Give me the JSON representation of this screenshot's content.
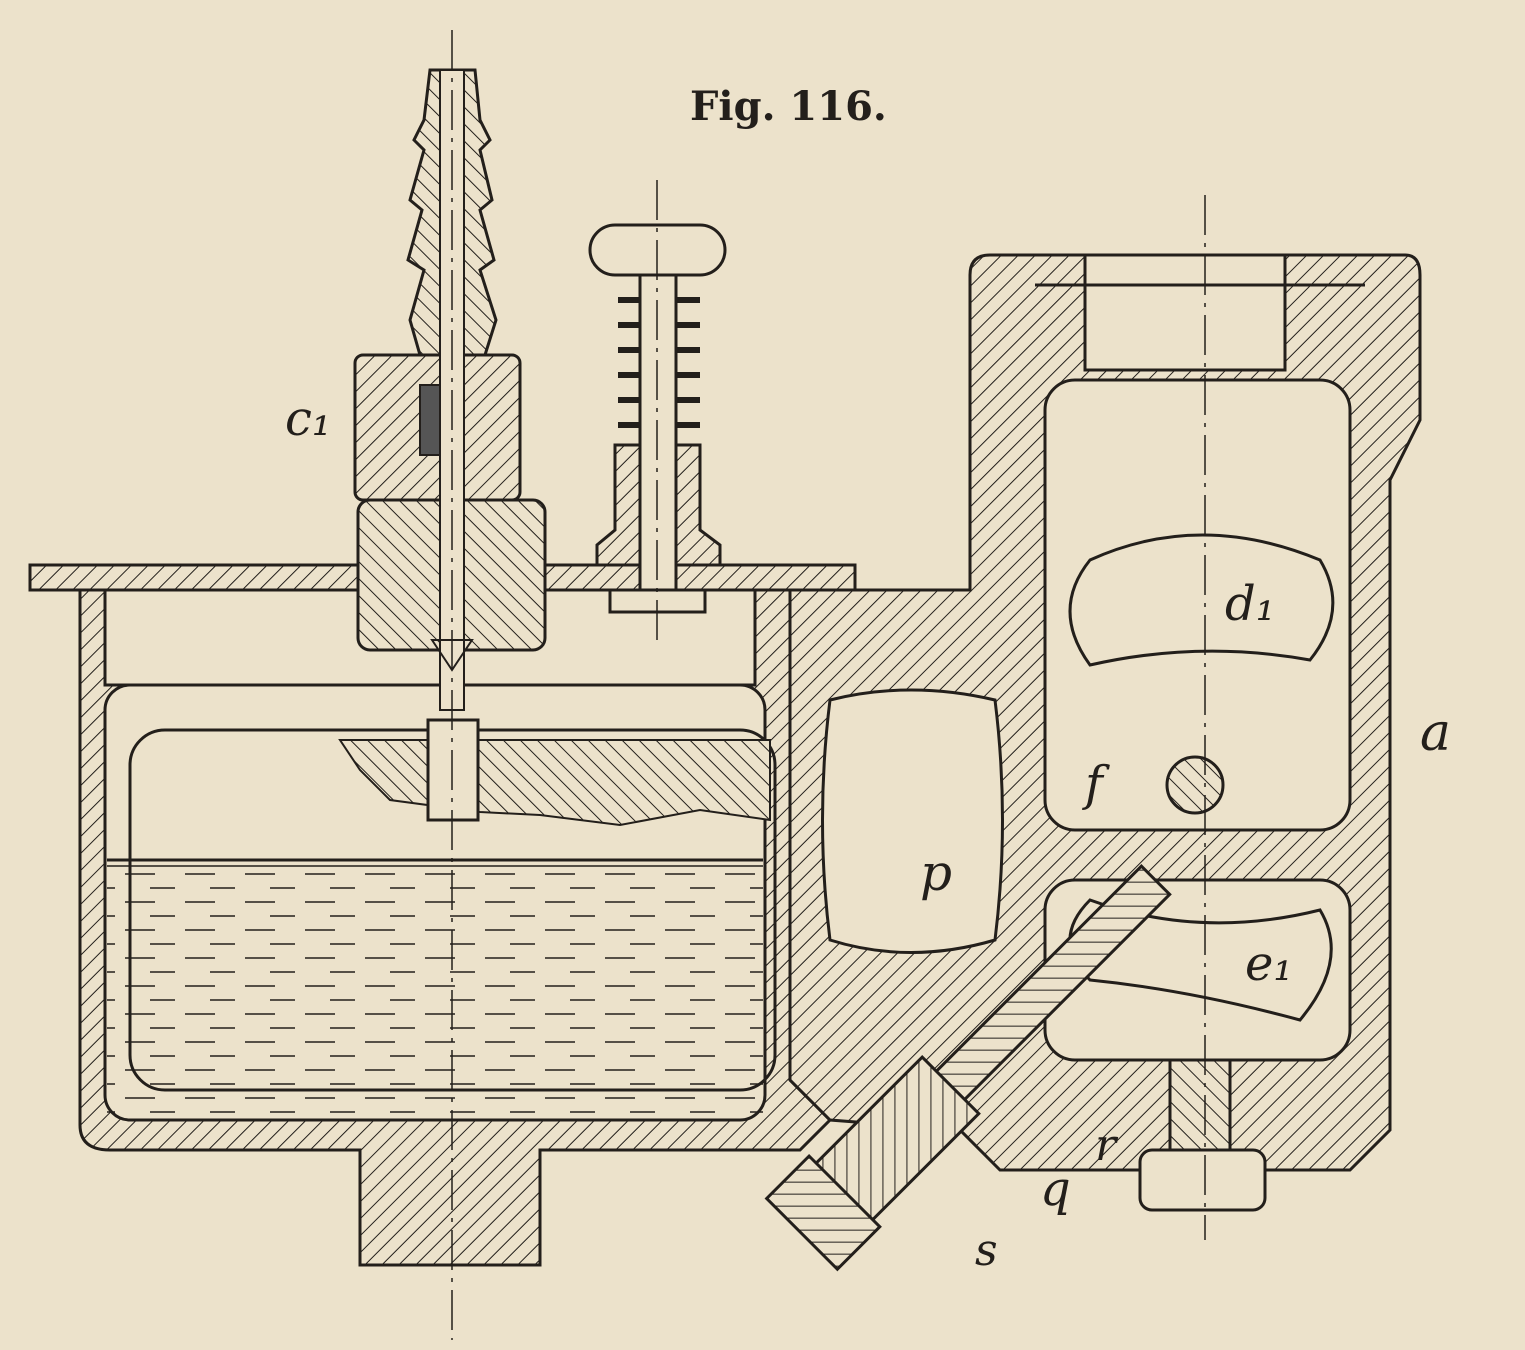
{
  "figure": {
    "title": "Fig. 116.",
    "labels": {
      "c1": "c₁",
      "d1": "d₁",
      "a": "a",
      "f": "f",
      "p": "p",
      "e1": "e₁",
      "q": "q",
      "r": "r",
      "s": "s"
    }
  },
  "colors": {
    "paper": "#ece2cb",
    "ink": "#231f1b"
  }
}
